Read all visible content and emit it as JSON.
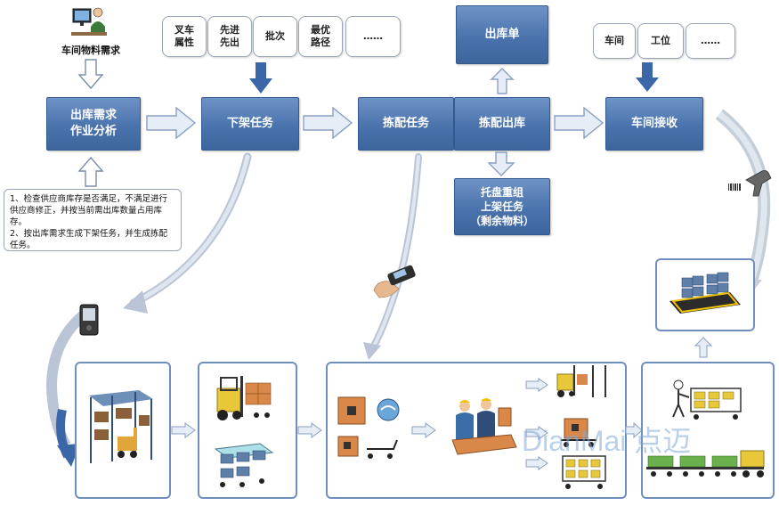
{
  "top_label": "车间物料需求",
  "boxes": {
    "analysis": "出库需求\n作业分析",
    "shelf_off": "下架任务",
    "picking_task": "拣配任务",
    "picking_out": "拣配出库",
    "receive": "车间接收",
    "delivery_note": "出库单",
    "restack": "托盘重组\n上架任务\n（剩余物料）"
  },
  "shelf_tags": [
    "叉车\n属性",
    "先进\n先出",
    "批次",
    "最优\n路径",
    "……"
  ],
  "receive_tags": [
    "车间",
    "工位",
    "……"
  ],
  "note_text": "1、检查供应商库存是否满足，不满足进行供应商修正，并按当前需出库数量占用库存。\n2、按出库需求生成下架任务，并生成拣配任务。",
  "watermark": "DianMai 点迈",
  "icons": [
    "worker-computer-icon",
    "pda-icon",
    "handheld-scanner-icon",
    "barcode-gun-icon",
    "warehouse-rack-icon",
    "forklift-icon",
    "pallet-cart-icon",
    "package-boxes-icon",
    "workers-icon",
    "trolley-icon",
    "pallet-platform-icon"
  ]
}
